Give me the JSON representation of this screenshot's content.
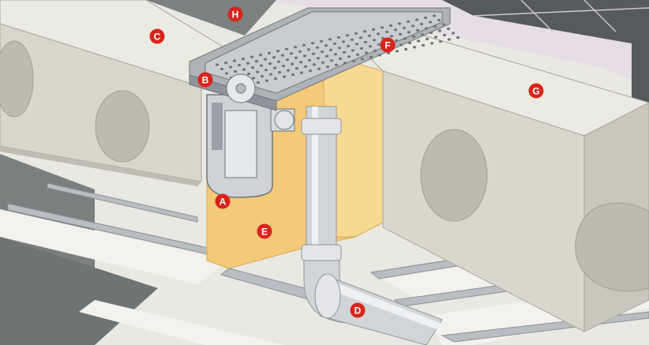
{
  "colors": {
    "callout": "#d9251c",
    "callout_text": "#ffffff",
    "joist_top": "#ecebe2",
    "joist_front": "#d9d7cc",
    "joist_side": "#c9c7bb",
    "hole": "#bdbbb0",
    "insulation": "#f3c97a",
    "subfloor": "#79807f",
    "board": "#efeee8",
    "rail": "#b9bec4",
    "pipe": "#d2d5d8",
    "grate": "#bfc3c7",
    "tile": "#e6dde6"
  },
  "callouts": [
    {
      "id": "A",
      "label": "A"
    },
    {
      "id": "B",
      "label": "B"
    },
    {
      "id": "C",
      "label": "C"
    },
    {
      "id": "D",
      "label": "D"
    },
    {
      "id": "E",
      "label": "E"
    },
    {
      "id": "F",
      "label": "F"
    },
    {
      "id": "G",
      "label": "G"
    },
    {
      "id": "H",
      "label": "H"
    }
  ]
}
